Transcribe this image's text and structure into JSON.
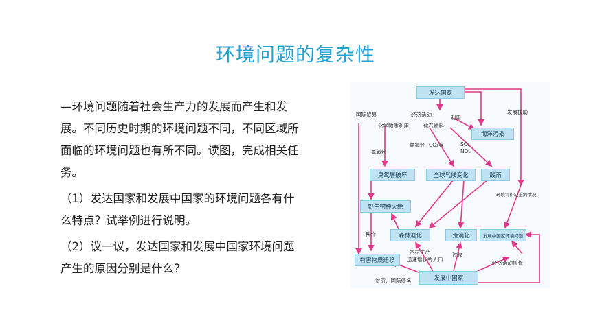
{
  "title": "环境问题的复杂性",
  "paragraphs": [
    "—环境问题随着社会生产力的发展而产生和发展。不同历史时期的环境问题不同，不同区域所面临的环境问题也有所不同。读图，完成相关任务。",
    "（1）发达国家和发展中国家的环境问题各有什么特点？试举例进行说明。",
    "（2）议一议，发达国家和发展中国家环境问题产生的原因分别是什么？"
  ],
  "diagram": {
    "boxes": {
      "developed": "发达国家",
      "ocean": "海洋污染",
      "ozone": "臭氧层破坏",
      "climate": "全球气候变化",
      "acid": "酸雨",
      "wildlife": "野生物种灭绝",
      "forest": "森林退化",
      "desert": "荒漠化",
      "dev_problem": "发展中国家环境问题",
      "harmful": "有害物质迁移",
      "developing": "发展中国家"
    },
    "labels": {
      "trade": "国际贸易",
      "econ": "经济活动",
      "use": "利用",
      "aid": "发展援助",
      "chem": "化学物质利用",
      "fossil": "化石燃料",
      "cfc1": "氯氟烃",
      "cfc2": "氯氟烃",
      "co2": "CO₂等",
      "so": "SO₂",
      "no": "NOₓ",
      "lack": "环境评价缺乏的情况",
      "farm": "耕作",
      "timber": "木材生产",
      "pop": "迅速增长的人口",
      "graze": "过牧",
      "growth": "经济活动增长",
      "poverty": "贫穷、国际债务"
    }
  }
}
